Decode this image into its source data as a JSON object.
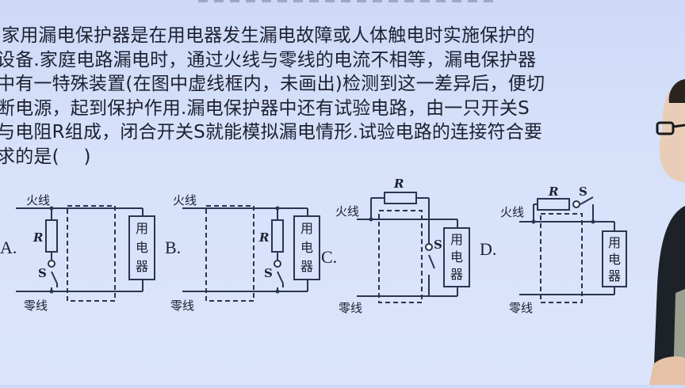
{
  "question": {
    "lines": [
      "家用漏电保护器是在用电器发生漏电故障或人体触电时实施保护的",
      "设备.家庭电路漏电时，通过火线与零线的电流不相等，漏电保护器",
      "中有一特殊装置(在图中虚线框内，未画出)检测到这一差异后，便切",
      "断电源，起到保护作用.漏电保护器中还有试验电路，由一只开关S",
      "与电阻R组成，闭合开关S就能模拟漏电情形.试验电路的连接符合要",
      "求的是(　 )"
    ]
  },
  "options": [
    {
      "letter": "A.",
      "live_wire": "火线",
      "neutral_wire": "零线",
      "resistor": "R",
      "switch": "S",
      "appliance": [
        "用",
        "电",
        "器"
      ]
    },
    {
      "letter": "B.",
      "live_wire": "火线",
      "neutral_wire": "零线",
      "resistor": "R",
      "switch": "S",
      "appliance": [
        "用",
        "电",
        "器"
      ]
    },
    {
      "letter": "C.",
      "live_wire": "火线",
      "neutral_wire": "零线",
      "resistor": "R",
      "switch": "S",
      "appliance": [
        "用",
        "电",
        "器"
      ]
    },
    {
      "letter": "D.",
      "live_wire": "火线",
      "neutral_wire": "零线",
      "resistor": "R",
      "switch": "S",
      "appliance": [
        "用",
        "电",
        "器"
      ]
    }
  ],
  "colors": {
    "background": "#d7e1fa",
    "ink": "#1c2030",
    "wire": "#2b3450"
  }
}
